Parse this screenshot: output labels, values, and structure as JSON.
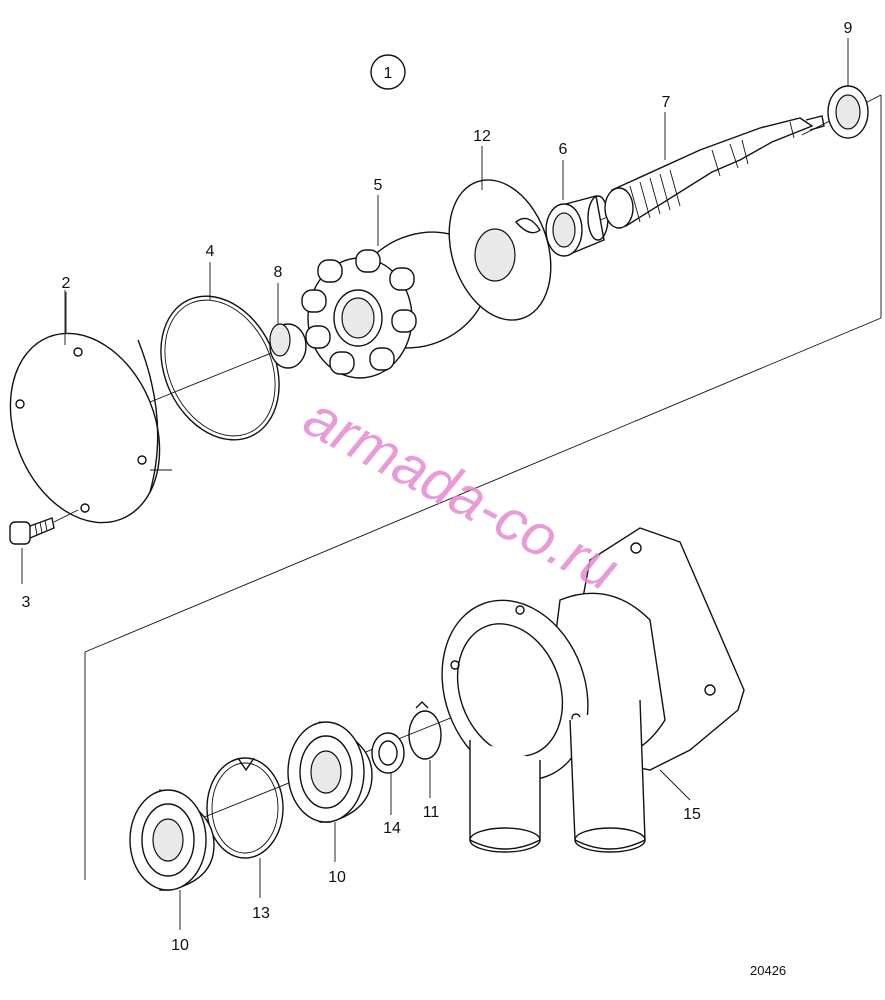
{
  "diagram": {
    "group_marker": "1",
    "figure_number": "20426",
    "watermark": "armada-co.ru",
    "callouts": {
      "c2": "2",
      "c3": "3",
      "c4": "4",
      "c5": "5",
      "c6": "6",
      "c7": "7",
      "c8": "8",
      "c9": "9",
      "c10a": "10",
      "c10b": "10",
      "c11": "11",
      "c12": "12",
      "c13": "13",
      "c14": "14",
      "c15": "15"
    }
  }
}
